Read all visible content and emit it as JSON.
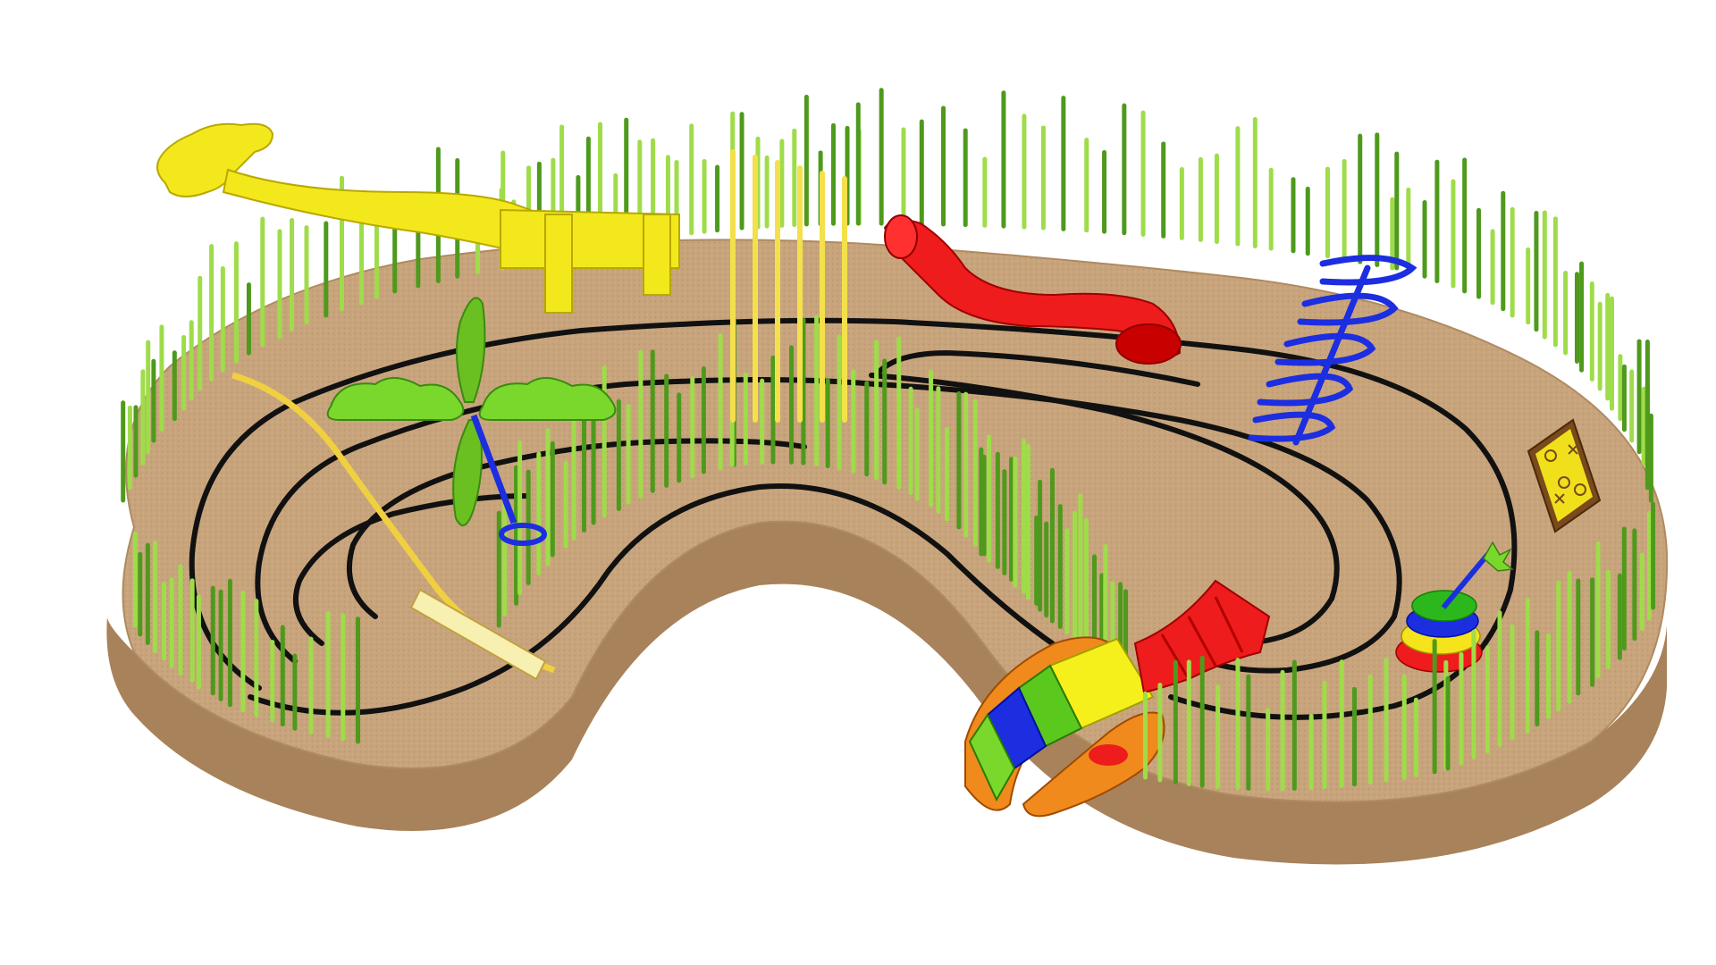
{
  "scene": {
    "background_color": "#ffffff",
    "colors": {
      "ground": "#c8a47c",
      "ground_edge": "#b08a60",
      "path": "#111111",
      "fence_dark": "#4e9a1c",
      "fence_light": "#9fdc4a",
      "fence_rail": "#8a8a8a",
      "giraffe": "#f3e81c",
      "slide_red": "#ee1c1c",
      "climber_blue": "#1c2ee0",
      "tunnel_orange": "#f08a1c",
      "tunnel_yellow": "#f5f01c",
      "tunnel_blue": "#1c2ee0",
      "tunnel_green": "#5ac81c",
      "board_brown": "#7a4a1c",
      "board_yellow": "#f0e01c",
      "leaf_green": "#7ad82c",
      "rope_yellow": "#f0d040",
      "post_yellow": "#f4e04a"
    },
    "elements": [
      "giraffe-sculpture",
      "palm-tree-spinner",
      "red-tube-slide",
      "blue-spiral-climber",
      "tic-tac-toe-board",
      "stacking-rings-toy",
      "crawl-tunnel",
      "red-tunnel-slide",
      "bamboo-fence",
      "maze-path"
    ]
  }
}
